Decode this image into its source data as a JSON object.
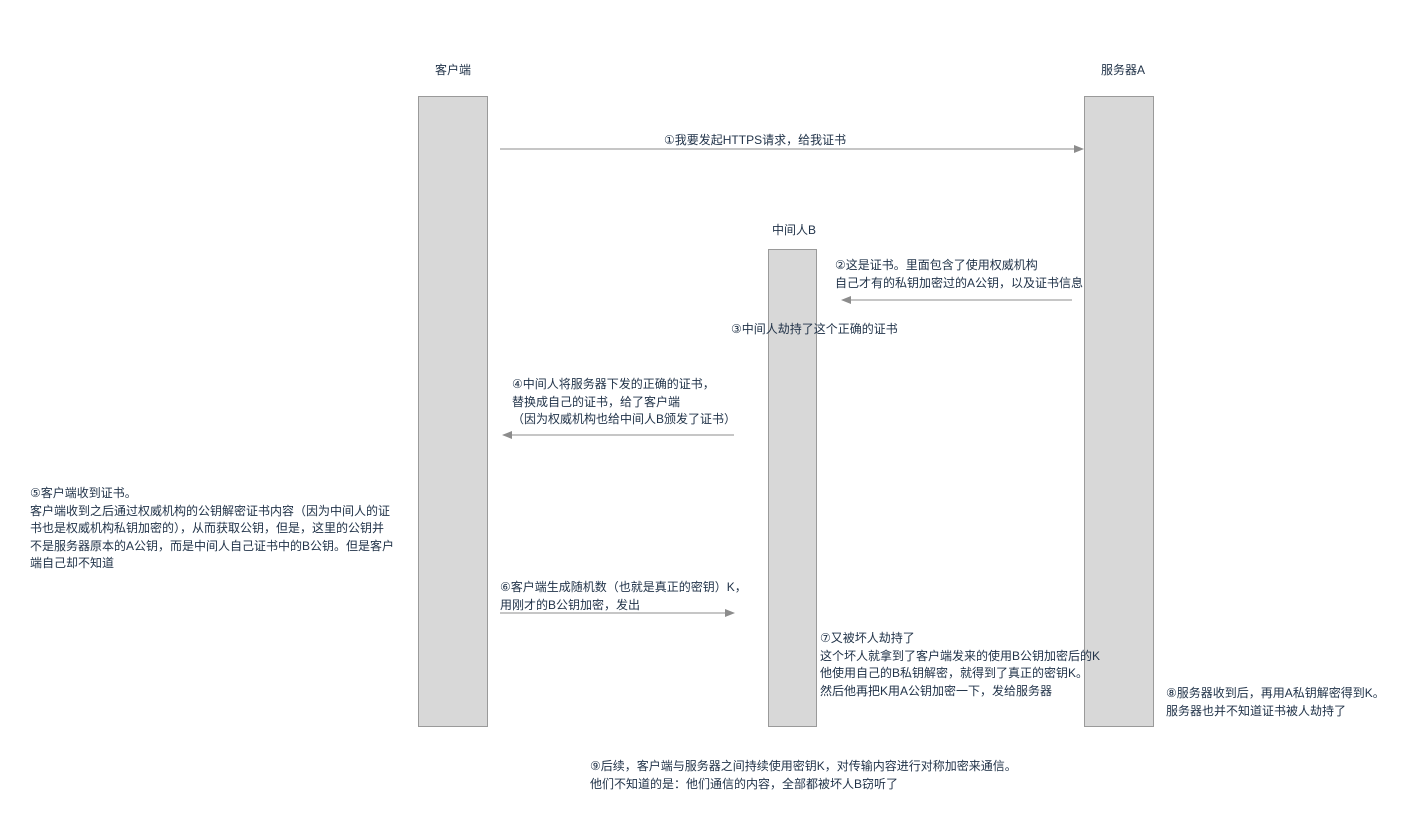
{
  "participants": {
    "client": "客户端",
    "server": "服务器A",
    "mitm": "中间人B"
  },
  "steps": {
    "s1": [
      "①我要发起HTTPS请求，给我证书"
    ],
    "s2": [
      "②这是证书。里面包含了使用权威机构",
      "自己才有的私钥加密过的A公钥，以及证书信息"
    ],
    "s3": [
      "③中间人劫持了这个正确的证书"
    ],
    "s4": [
      "④中间人将服务器下发的正确的证书，",
      "替换成自己的证书，给了客户端",
      "（因为权威机构也给中间人B颁发了证书）"
    ],
    "s5": [
      "⑤客户端收到证书。",
      "客户端收到之后通过权威机构的公钥解密证书内容（因为中间人的证",
      "书也是权威机构私钥加密的），从而获取公钥，但是，这里的公钥并",
      "不是服务器原本的A公钥，而是中间人自己证书中的B公钥。但是客户",
      "端自己却不知道"
    ],
    "s6": [
      "⑥客户端生成随机数（也就是真正的密钥）K，",
      "用刚才的B公钥加密，发出"
    ],
    "s7": [
      "⑦又被坏人劫持了",
      "这个坏人就拿到了客户端发来的使用B公钥加密后的K",
      "他使用自己的B私钥解密，就得到了真正的密钥K。",
      "然后他再把K用A公钥加密一下，发给服务器"
    ],
    "s8": [
      "⑧服务器收到后，再用A私钥解密得到K。",
      "服务器也并不知道证书被人劫持了"
    ],
    "s9": [
      "⑨后续，客户端与服务器之间持续使用密钥K，对传输内容进行对称加密来通信。",
      "他们不知道的是：他们通信的内容，全部都被坏人B窃听了"
    ]
  },
  "colors": {
    "text": "#1f3147",
    "bar_fill": "#d8d8d8",
    "bar_border": "#9a9a9a",
    "arrow": "#8c8c8c"
  }
}
